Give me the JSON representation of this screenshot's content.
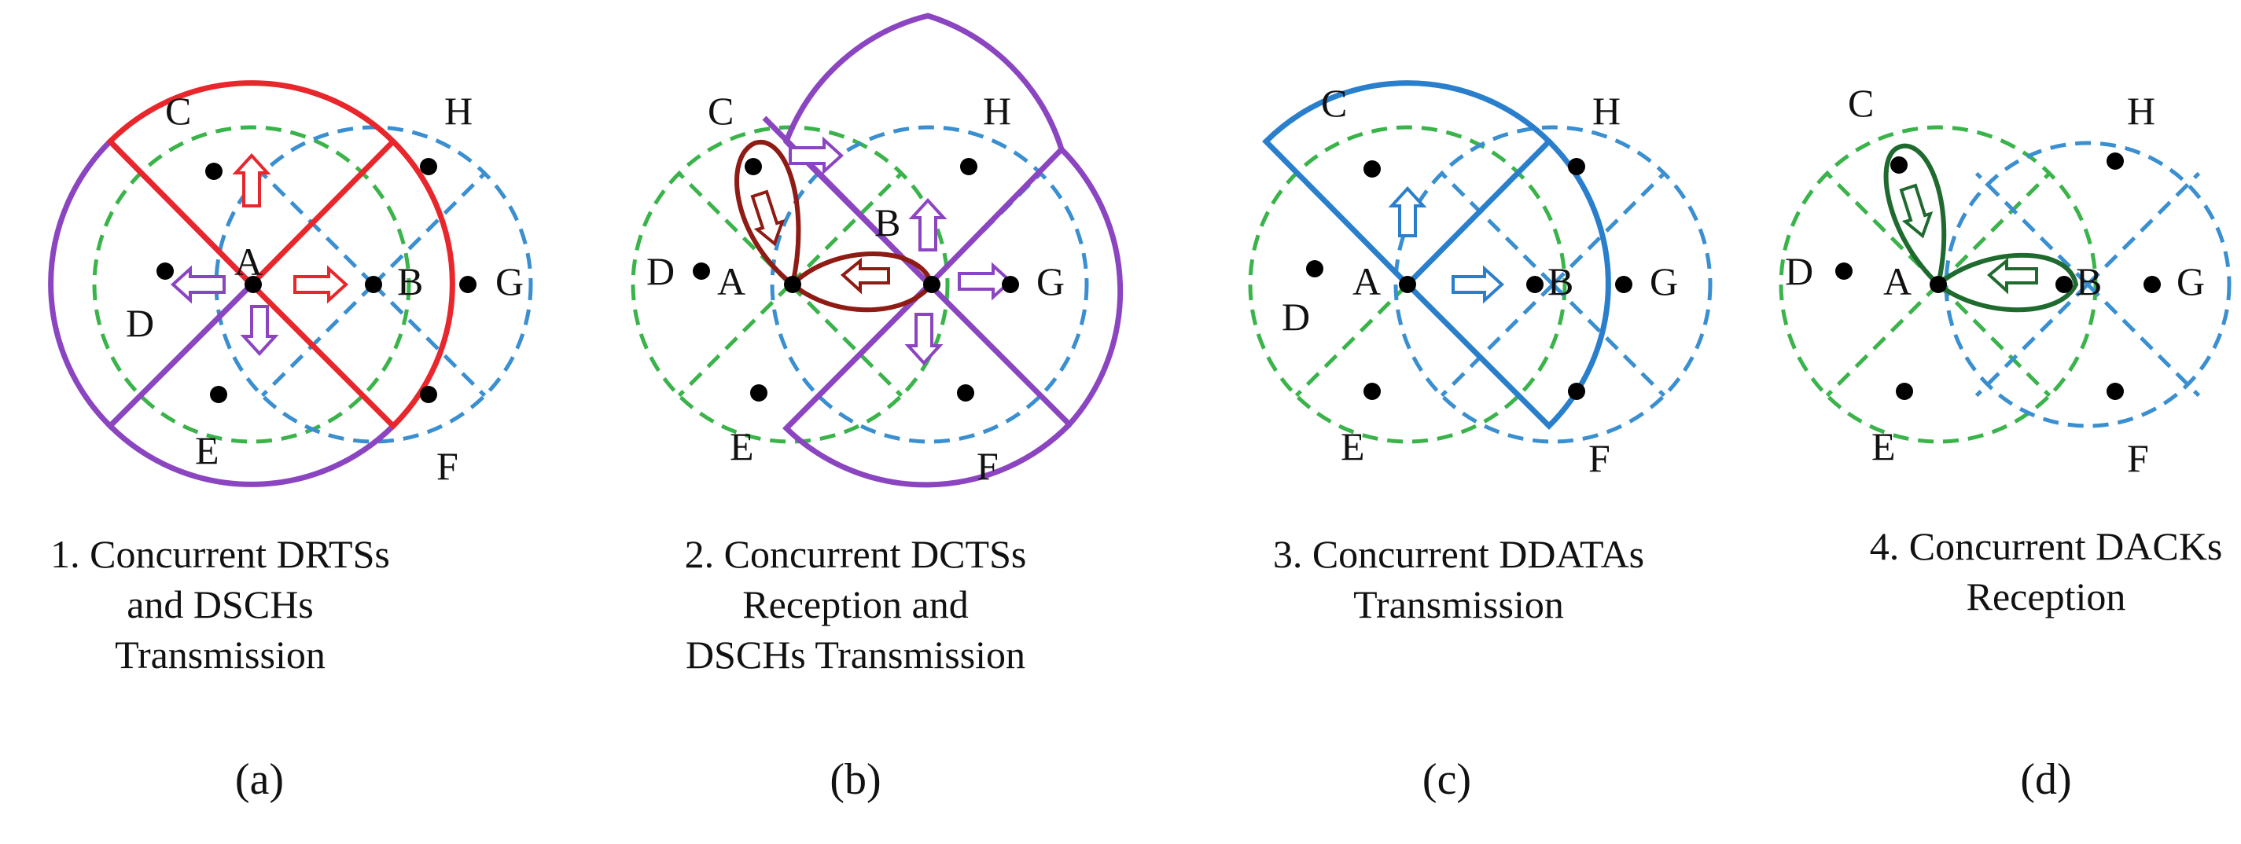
{
  "colors": {
    "red": "#e8262b",
    "purple": "#8b45c0",
    "green_dashed": "#3ab34a",
    "blue_dashed": "#3a8fd0",
    "blue": "#2a7fcc",
    "dark_red": "#8e1b14",
    "dark_green": "#1f6a2e",
    "black": "#000000"
  },
  "node_names": [
    "A",
    "B",
    "C",
    "D",
    "E",
    "F",
    "G",
    "H"
  ],
  "panels": [
    {
      "id": "a",
      "caption_lines": [
        "1. Concurrent DRTSs",
        "and DSCHs",
        "Transmission"
      ],
      "sublabel": "(a)"
    },
    {
      "id": "b",
      "caption_lines": [
        "2. Concurrent DCTSs",
        "Reception and",
        "DSCHs Transmission"
      ],
      "sublabel": "(b)"
    },
    {
      "id": "c",
      "caption_lines": [
        "3. Concurrent DDATAs",
        "Transmission"
      ],
      "sublabel": "(c)"
    },
    {
      "id": "d",
      "caption_lines": [
        "4. Concurrent DACKs",
        "Reception"
      ],
      "sublabel": "(d)"
    }
  ]
}
